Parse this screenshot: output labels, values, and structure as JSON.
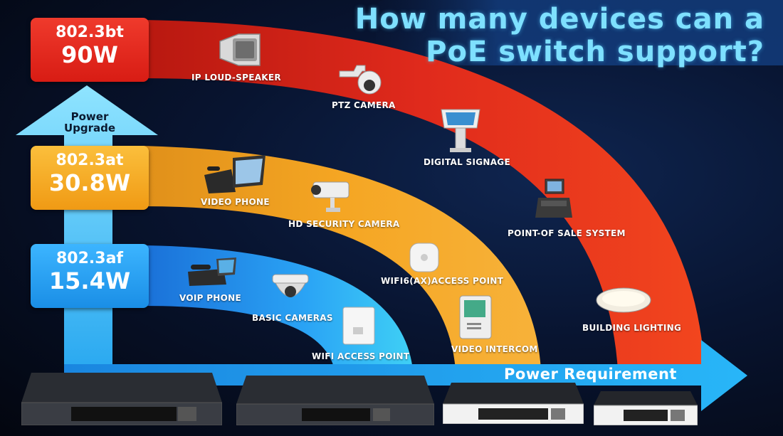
{
  "title": {
    "line1": "How many devices can a",
    "line2": "PoE switch support?"
  },
  "standards": [
    {
      "standard": "802.3bt",
      "power": "90W",
      "color": "#e52a20"
    },
    {
      "standard": "802.3at",
      "power": "30.8W",
      "color": "#f5a623"
    },
    {
      "standard": "802.3af",
      "power": "15.4W",
      "color": "#2aa3f5"
    }
  ],
  "axes": {
    "vertical_label": "Power Upgrade",
    "horizontal_label": "Power Requirement"
  },
  "devices": {
    "bt": [
      "IP LOUD-SPEAKER",
      "PTZ CAMERA",
      "DIGITAL SIGNAGE",
      "POINT-OF SALE SYSTEM",
      "BUILDING LIGHTING"
    ],
    "at": [
      "VIDEO PHONE",
      "HD SECURITY CAMERA",
      "WIFI6(AX)ACCESS POINT",
      "VIDEO INTERCOM"
    ],
    "af": [
      "VOIP PHONE",
      "BASIC CAMERAS",
      "WIFI ACCESS POINT"
    ]
  },
  "icons": [
    "loudspeaker-icon",
    "ptz-camera-icon",
    "digital-signage-icon",
    "pos-terminal-icon",
    "ceiling-light-icon",
    "video-phone-icon",
    "bullet-camera-icon",
    "ceiling-ap-icon",
    "video-intercom-icon",
    "voip-phone-icon",
    "dome-camera-icon",
    "wall-ap-icon",
    "poe-switch-icon"
  ]
}
